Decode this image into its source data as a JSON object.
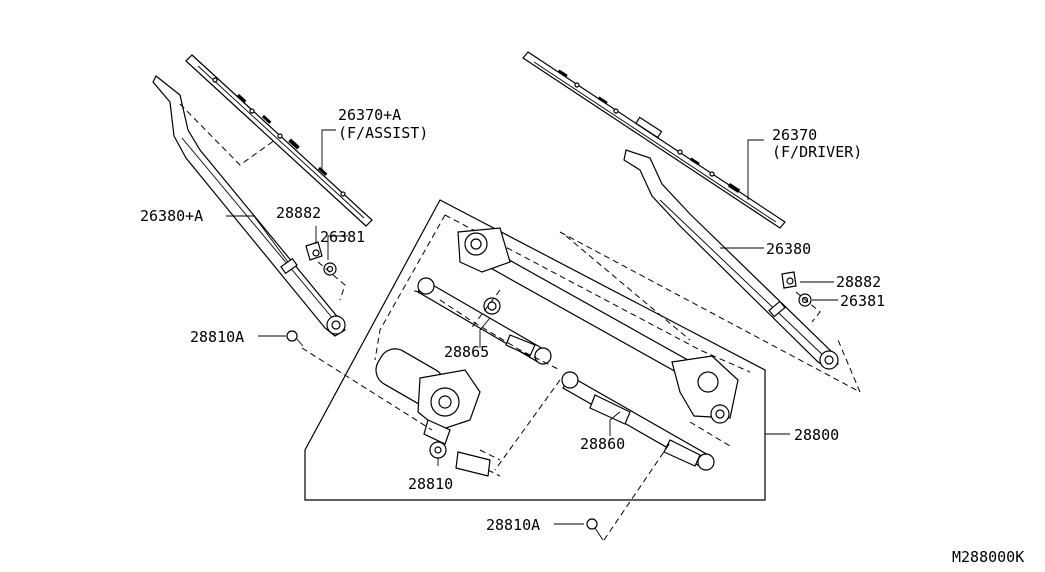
{
  "diagram": {
    "drawing_code": "M288000K",
    "parts": {
      "blade_assist": {
        "number": "26370+A",
        "note": "(F/ASSIST)"
      },
      "blade_driver": {
        "number": "26370",
        "note": "(F/DRIVER)"
      },
      "arm_assist": {
        "number": "26380+A"
      },
      "arm_driver": {
        "number": "26380"
      },
      "cap_left": {
        "number": "28882"
      },
      "cap_right": {
        "number": "28882"
      },
      "nut_left": {
        "number": "26381"
      },
      "nut_right": {
        "number": "26381"
      },
      "bolt_top": {
        "number": "28810A"
      },
      "bolt_bottom": {
        "number": "28810A"
      },
      "link_upper": {
        "number": "28865"
      },
      "link_lower": {
        "number": "28860"
      },
      "linkage_assy": {
        "number": "28800"
      },
      "motor": {
        "number": "28810"
      }
    }
  }
}
